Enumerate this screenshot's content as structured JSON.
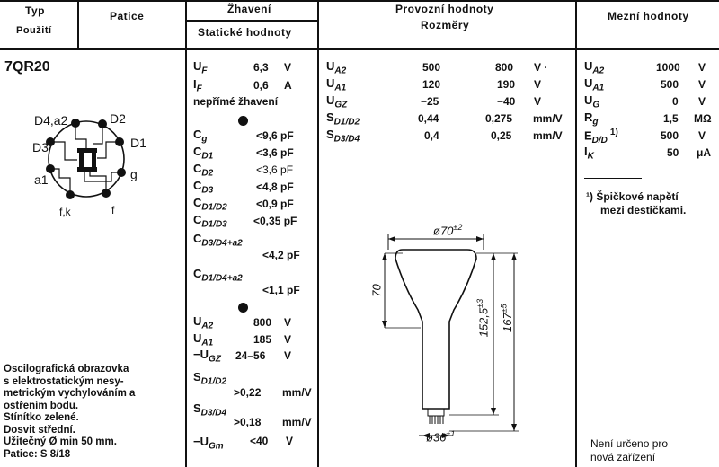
{
  "header": {
    "typ": "Typ",
    "pouziti": "Použití",
    "patice": "Patice",
    "zhaveni": "Žhavení",
    "staticke": "Statické hodnoty",
    "provozni": "Provozní hodnoty",
    "rozmery": "Rozměry",
    "mezni": "Mezní hodnoty"
  },
  "tube": {
    "type": "7QR20",
    "pins": {
      "d4a2": "D4,a2",
      "d2": "D2",
      "d3": "D3",
      "d1": "D1",
      "a1": "a1",
      "g": "g",
      "fk": "f,k",
      "f": "f"
    },
    "description": [
      "Oscilografická obrazovka",
      "s elektrostatickým nesy-",
      "metrickým vychylováním a",
      "ostřením bodu.",
      "Stínítko zelené.",
      "Dosvit střední.",
      "Užitečný Ø min 50 mm.",
      "Patice: S 8/18"
    ]
  },
  "heating": {
    "uf": {
      "sym": "U",
      "sub": "F",
      "val": "6,3",
      "unit": "V"
    },
    "if": {
      "sym": "I",
      "sub": "F",
      "val": "0,6",
      "unit": "A"
    },
    "note": "nepřímé žhavení"
  },
  "capacitances": [
    {
      "sym": "C",
      "sub": "g",
      "val": "<9,6 pF"
    },
    {
      "sym": "C",
      "sub": "D1",
      "val": "<3,6 pF"
    },
    {
      "sym": "C",
      "sub": "D2",
      "val": "<3,6 pF"
    },
    {
      "sym": "C",
      "sub": "D3",
      "val": "<4,8 pF"
    },
    {
      "sym": "C",
      "sub": "D1/D2",
      "val": "<0,9 pF"
    },
    {
      "sym": "C",
      "sub": "D1/D3",
      "val": "<0,35 pF"
    },
    {
      "sym": "C",
      "sub": "D3/D4+a2",
      "val": "<4,2 pF"
    },
    {
      "sym": "C",
      "sub": "D1/D4+a2",
      "val": "<1,1 pF"
    }
  ],
  "static_values": {
    "ua2": {
      "sym": "U",
      "sub": "A2",
      "val": "800",
      "unit": "V"
    },
    "ua1": {
      "sym": "U",
      "sub": "A1",
      "val": "185",
      "unit": "V"
    },
    "ugz": {
      "sym": "−U",
      "sub": "GZ",
      "val": "24–56",
      "unit": "V"
    },
    "sd12": {
      "sym": "S",
      "sub": "D1/D2",
      "val": ">0,22",
      "unit": "mm/V"
    },
    "sd34": {
      "sym": "S",
      "sub": "D3/D4",
      "val": ">0,18",
      "unit": "mm/V"
    },
    "ugm": {
      "sym": "−U",
      "sub": "Gm",
      "val": "<40",
      "unit": "V"
    }
  },
  "operating": [
    {
      "sym": "U",
      "sub": "A2",
      "v1": "500",
      "v2": "800",
      "unit": "V ·"
    },
    {
      "sym": "U",
      "sub": "A1",
      "v1": "120",
      "v2": "190",
      "unit": "V"
    },
    {
      "sym": "U",
      "sub": "GZ",
      "v1": "−25",
      "v2": "−40",
      "unit": "V"
    },
    {
      "sym": "S",
      "sub": "D1/D2",
      "v1": "0,44",
      "v2": "0,275",
      "unit": "mm/V"
    },
    {
      "sym": "S",
      "sub": "D3/D4",
      "v1": "0,4",
      "v2": "0,25",
      "unit": "mm/V"
    }
  ],
  "dimensions": {
    "top": "70",
    "top_tol": "±2",
    "neck": "70",
    "len1": "152,5",
    "len1_tol": "±3",
    "len2": "167",
    "len2_tol": "±5",
    "base": "36",
    "base_tol": "±1"
  },
  "limits": [
    {
      "sym": "U",
      "sub": "A2",
      "val": "1000",
      "unit": "V"
    },
    {
      "sym": "U",
      "sub": "A1",
      "val": "500",
      "unit": "V"
    },
    {
      "sym": "U",
      "sub": "G",
      "val": "0",
      "unit": "V"
    },
    {
      "sym": "R",
      "sub": "g",
      "val": "1,5",
      "unit": "MΩ"
    },
    {
      "sym": "E",
      "sub": "D/D",
      "sup": "1)",
      "val": "500",
      "unit": "V"
    },
    {
      "sym": "I",
      "sub": "K",
      "val": "50",
      "unit": "μA"
    }
  ],
  "footnote": [
    "¹) Špičkové napětí",
    "mezi destičkami."
  ],
  "notice": [
    "Není určeno pro",
    "nová zařízení"
  ]
}
